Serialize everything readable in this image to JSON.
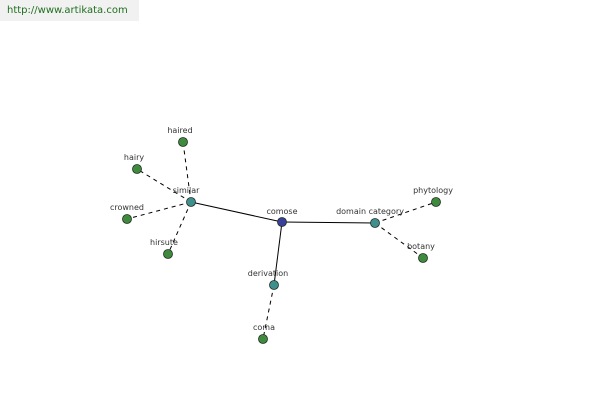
{
  "source_url": "http://www.artikata.com",
  "colors": {
    "center_node": "#3a3f9a",
    "category_node": "#3f8f8f",
    "leaf_node": "#3f8a3f",
    "node_stroke": "#1f2f1f",
    "edge": "#000000"
  },
  "graph": {
    "center": "comose",
    "nodes": [
      {
        "id": "comose",
        "label": "comose",
        "kind": "center"
      },
      {
        "id": "similar",
        "label": "similar",
        "kind": "category"
      },
      {
        "id": "domain_category",
        "label": "domain category",
        "kind": "category"
      },
      {
        "id": "derivation",
        "label": "derivation",
        "kind": "category"
      },
      {
        "id": "haired",
        "label": "haired",
        "kind": "leaf"
      },
      {
        "id": "hairy",
        "label": "hairy",
        "kind": "leaf"
      },
      {
        "id": "crowned",
        "label": "crowned",
        "kind": "leaf"
      },
      {
        "id": "hirsute",
        "label": "hirsute",
        "kind": "leaf"
      },
      {
        "id": "phytology",
        "label": "phytology",
        "kind": "leaf"
      },
      {
        "id": "botany",
        "label": "botany",
        "kind": "leaf"
      },
      {
        "id": "coma",
        "label": "coma",
        "kind": "leaf"
      }
    ],
    "edges": [
      {
        "from": "comose",
        "to": "similar",
        "style": "solid"
      },
      {
        "from": "comose",
        "to": "domain_category",
        "style": "solid"
      },
      {
        "from": "comose",
        "to": "derivation",
        "style": "solid"
      },
      {
        "from": "similar",
        "to": "haired",
        "style": "dashed"
      },
      {
        "from": "similar",
        "to": "hairy",
        "style": "dashed"
      },
      {
        "from": "similar",
        "to": "crowned",
        "style": "dashed"
      },
      {
        "from": "similar",
        "to": "hirsute",
        "style": "dashed"
      },
      {
        "from": "domain_category",
        "to": "phytology",
        "style": "dashed"
      },
      {
        "from": "domain_category",
        "to": "botany",
        "style": "dashed"
      },
      {
        "from": "derivation",
        "to": "coma",
        "style": "dashed"
      }
    ]
  }
}
